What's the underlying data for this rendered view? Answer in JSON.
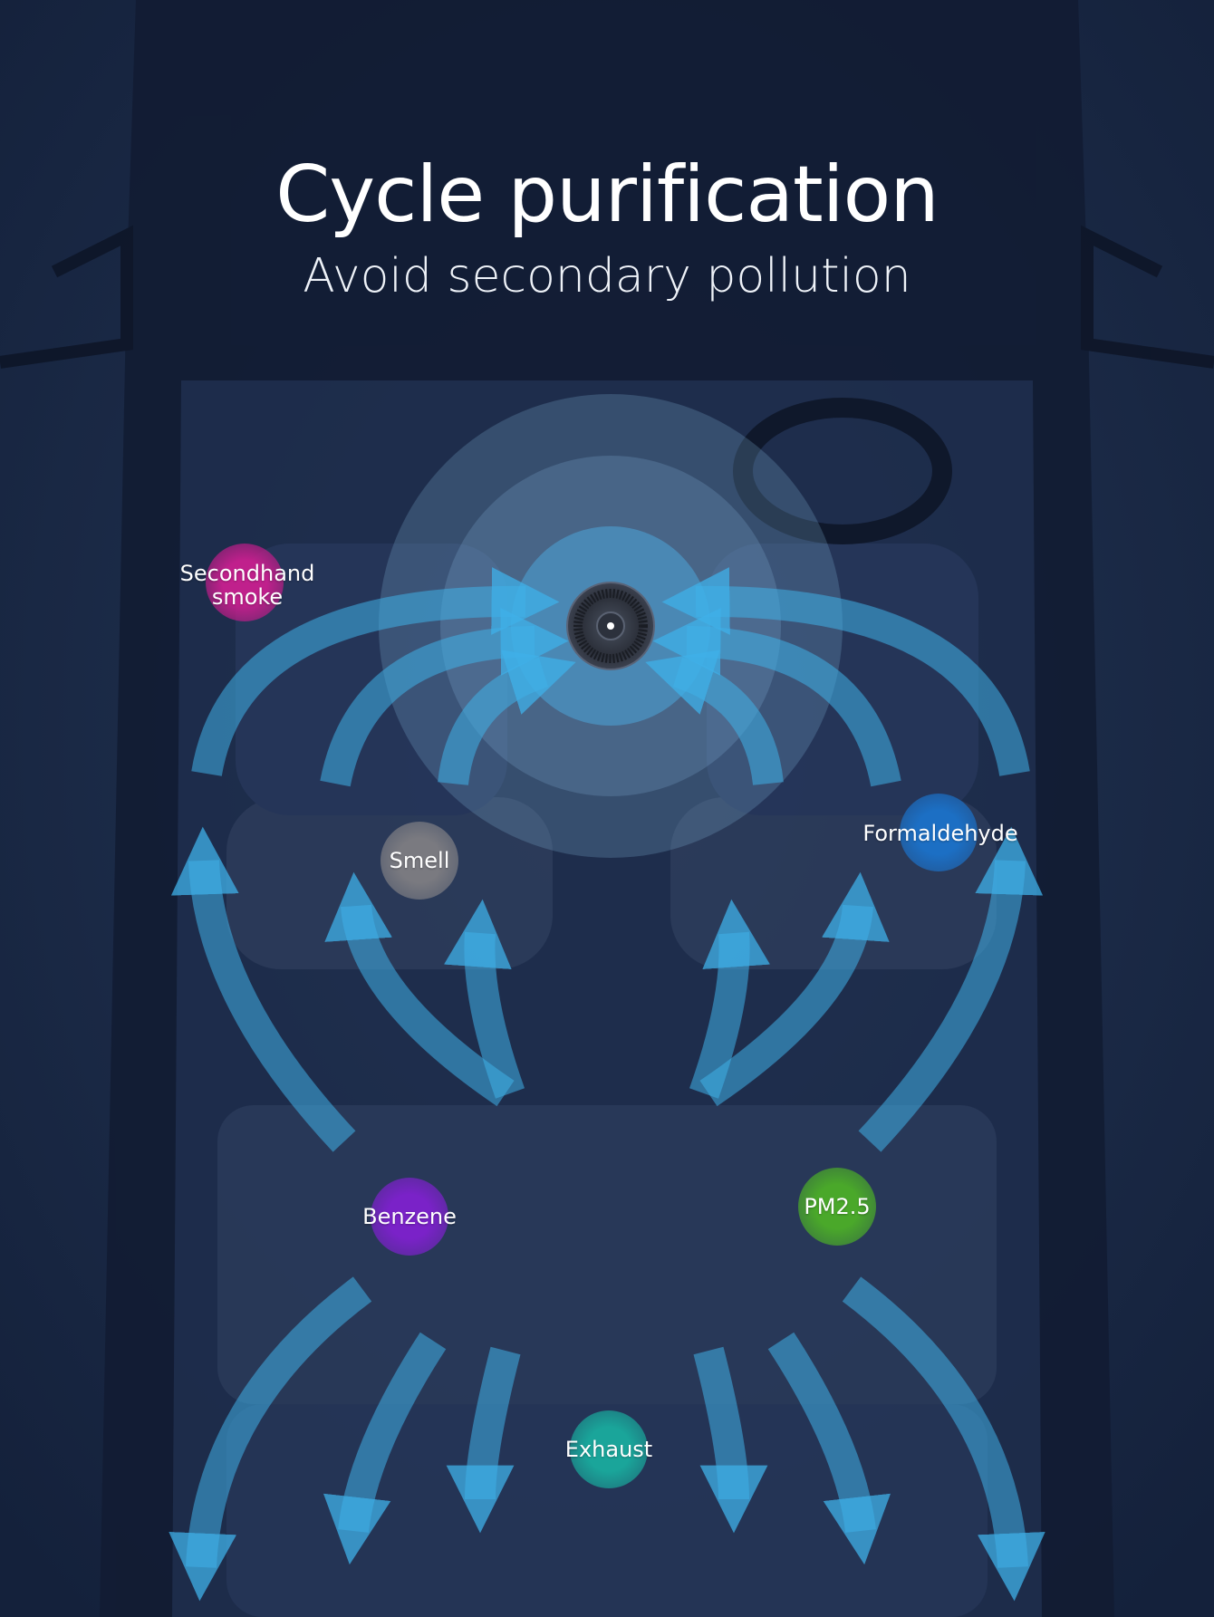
{
  "header": {
    "title": "Cycle purification",
    "subtitle": "Avoid secondary pollution"
  },
  "pollutants": [
    {
      "label_line1": "Secondhand",
      "label_line2": "smoke",
      "color": "#b0197e"
    },
    {
      "label": "Smell",
      "color": "#8a8a8e"
    },
    {
      "label": "Formaldehyde",
      "color": "#1c6fc4"
    },
    {
      "label": "Benzene",
      "color": "#7a22c8"
    },
    {
      "label": "PM2.5",
      "color": "#4aa82a"
    },
    {
      "label": "Exhaust",
      "color": "#1aa59a"
    }
  ],
  "colors": {
    "background": "#1c2c4b",
    "airflow": "#3fb0e8",
    "ring": "#8fc2ea"
  }
}
